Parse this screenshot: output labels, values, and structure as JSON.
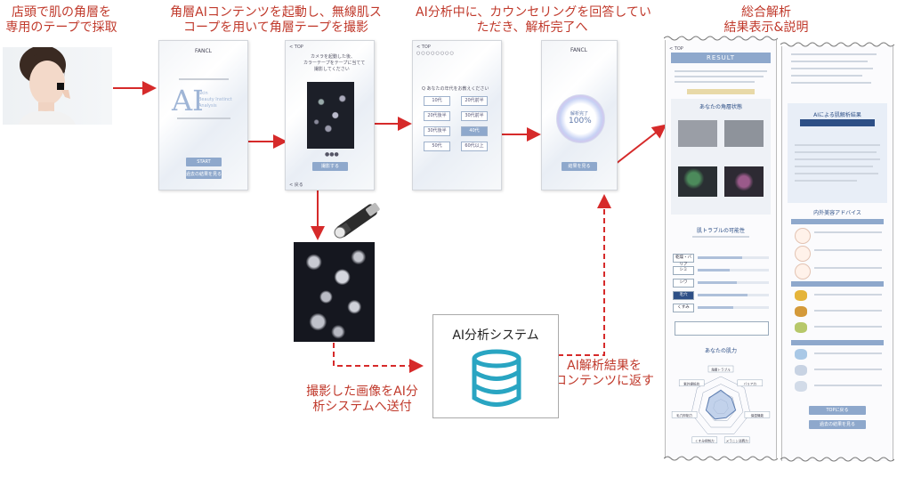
{
  "captions": {
    "step1": [
      "店頭で肌の角層を",
      "専用のテープで採取"
    ],
    "step2": [
      "角層AIコンテンツを起動し、無線肌ス",
      "コープを用いて角層テープを撮影"
    ],
    "step3": [
      "AI分析中に、カウンセリングを回答してい",
      "ただき、解析完了へ"
    ],
    "step4": [
      "総合解析",
      "結果表示&説明"
    ],
    "send": [
      "撮影した画像をAI分",
      "析システムへ送付"
    ],
    "return": [
      "AI解析結果を",
      "コンテンツに返す"
    ]
  },
  "ai_system": {
    "label": "AI分析システム"
  },
  "screen1": {
    "brand": "FANCL",
    "title": "AI",
    "subtitle": [
      "Skin",
      "Beauty Instinct",
      "Analysis"
    ],
    "start": "START",
    "secondary": "過去の結果を見る"
  },
  "screen2": {
    "back": "< TOP",
    "instruction": [
      "カメラを起動した後、",
      "カラーテープをテープに当てて",
      "撮影してください"
    ],
    "capture": "撮影する",
    "back_bottom": "< 戻る"
  },
  "screen3": {
    "back": "< TOP",
    "question": "Q あなたの年代をお教えください",
    "options": [
      "10代",
      "20代前半",
      "20代後半",
      "30代前半",
      "30代後半",
      "40代",
      "50代",
      "60代以上"
    ],
    "selected_index": 5
  },
  "screen4": {
    "brand": "FANCL",
    "status": "解析完了",
    "percent": "100%",
    "next": "結果を見る"
  },
  "result": {
    "back": "< TOP",
    "title": "RESULT",
    "sections": {
      "state": "あなたの角層状態",
      "trouble": "肌トラブルの可能性",
      "power": "あなたの肌力",
      "ai_result": "AIによる肌解析結果",
      "advice": "内外美容アドバイス"
    },
    "trouble_labels": [
      "乾燥・バリア",
      "シミ",
      "シワ",
      "毛穴",
      "くすみ"
    ],
    "trouble_values": [
      0.62,
      0.45,
      0.55,
      0.7,
      0.5
    ],
    "radar_labels": [
      "角層トラブル",
      "バリア力",
      "保湿機能",
      "メラニン消費力",
      "くすみ抑制力",
      "毛穴抑制力",
      "紫外線抵抗"
    ],
    "buttons": {
      "top": "TOPに戻る",
      "history": "過去の結果を見る"
    }
  }
}
